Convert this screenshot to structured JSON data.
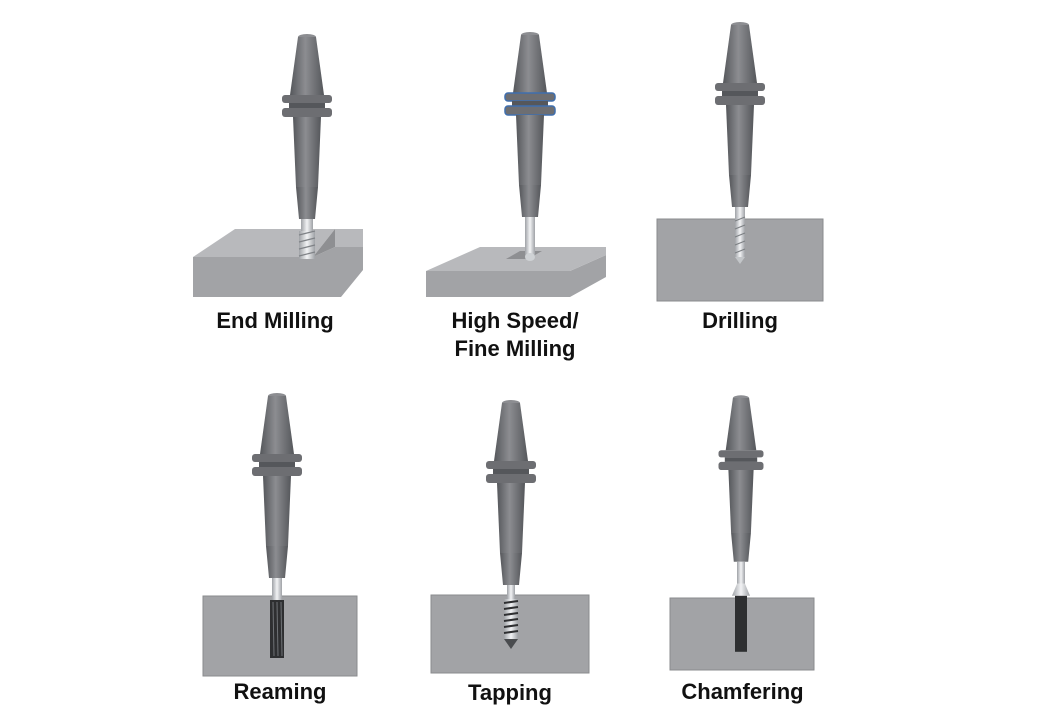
{
  "colors": {
    "holder": "#75767a",
    "holder_dark": "#55575b",
    "holder_light": "#8c8d91",
    "flange": "#6d6e72",
    "accent_ring": "#3f6fae",
    "block_front": "#a2a3a6",
    "block_top": "#b8b9bc",
    "block_side": "#8e8f92",
    "tool_silver": "#d4d6d9",
    "tool_dark": "#2e2f31"
  },
  "operations": [
    {
      "label": "End Milling",
      "style": "milling",
      "icon": "end-mill-icon"
    },
    {
      "label": "High Speed/\nFine Milling",
      "style": "fine-milling",
      "icon": "ball-end-mill-icon"
    },
    {
      "label": "Drilling",
      "style": "drilling",
      "icon": "drill-icon"
    },
    {
      "label": "Reaming",
      "style": "reaming",
      "icon": "reamer-icon"
    },
    {
      "label": "Tapping",
      "style": "tapping",
      "icon": "tap-icon"
    },
    {
      "label": "Chamfering",
      "style": "chamfering",
      "icon": "chamfer-tool-icon"
    }
  ]
}
